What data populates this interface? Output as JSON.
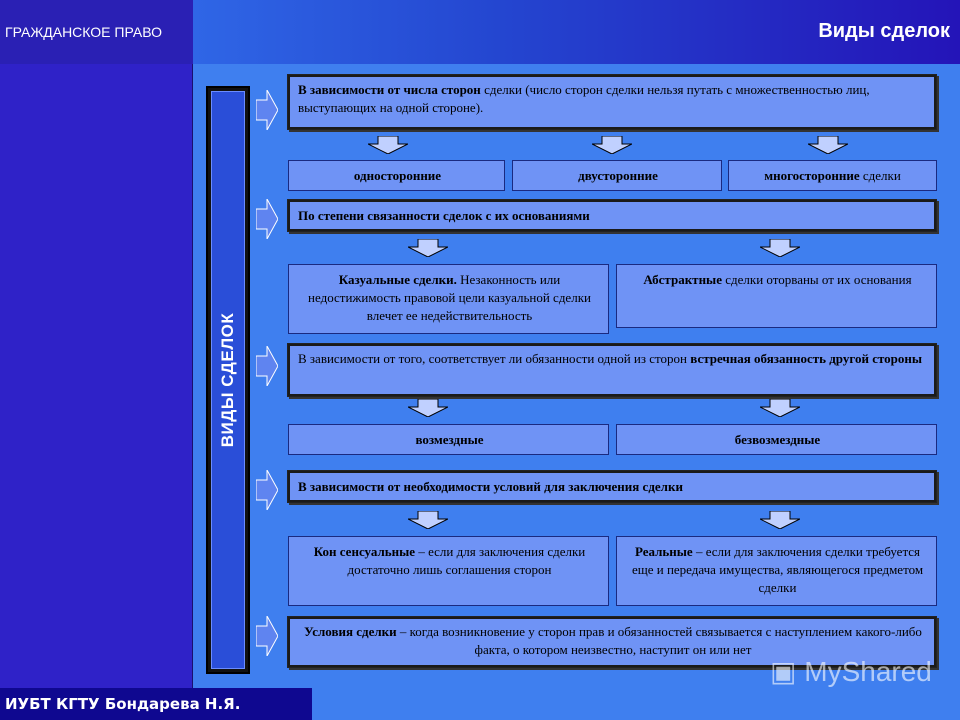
{
  "header": {
    "section_label": "ГРАЖДАНСКОЕ ПРАВО",
    "title": "Виды сделок"
  },
  "footer": {
    "author": "ИУБТ КГТУ Бондарева Н.Я."
  },
  "sidebar_label": "ВИДЫ СДЕЛОК",
  "groups": {
    "g1": {
      "head_bold": "В зависимости от числа сторон",
      "head_rest": " сделки (число сторон сделки нельзя путать с множественностью лиц, выступающих на одной стороне).",
      "items": [
        {
          "bold": "односторонние",
          "rest": ""
        },
        {
          "bold": "двусторонние",
          "rest": ""
        },
        {
          "bold": "многосторонние",
          "rest": " сделки"
        }
      ]
    },
    "g2": {
      "head_bold": "По степени связанности сделок с их основаниями",
      "items": [
        {
          "bold": "Казуальные сделки.",
          "rest": " Незаконность или недостижимость правовой цели казуальной сделки влечет ее недействительность"
        },
        {
          "bold": "Абстрактные",
          "rest": " сделки оторваны от их основания"
        }
      ]
    },
    "g3": {
      "head_rest": "В зависимости от того, соответствует ли обязанности одной из сторон ",
      "head_bold": "встречная обязанность другой стороны",
      "items": [
        {
          "bold": "возмездные"
        },
        {
          "bold": "безвозмездные"
        }
      ]
    },
    "g4": {
      "head_bold": "В зависимости от необходимости условий для заключения сделки",
      "items": [
        {
          "bold": "Кон сенсуальные",
          "rest": " – если для заключения сделки достаточно лишь соглашения сторон"
        },
        {
          "bold": "Реальные",
          "rest": " – если для заключения сделки требуется еще и передача имущества, являющегося предметом сделки"
        }
      ]
    },
    "g5": {
      "head_bold": "Условия сделки",
      "head_rest": " – когда возникновение у сторон прав и обязанностей связывается с наступлением какого-либо факта, о котором неизвестно, наступит он или нет"
    }
  },
  "watermark": "MyShared",
  "icons": {
    "right_arrow": "right-arrow-icon",
    "down_arrow": "down-arrow-icon"
  },
  "colors": {
    "background": "#3f7fef",
    "box_fill": "#6f93f5",
    "left_panel": "#2f22c8"
  }
}
